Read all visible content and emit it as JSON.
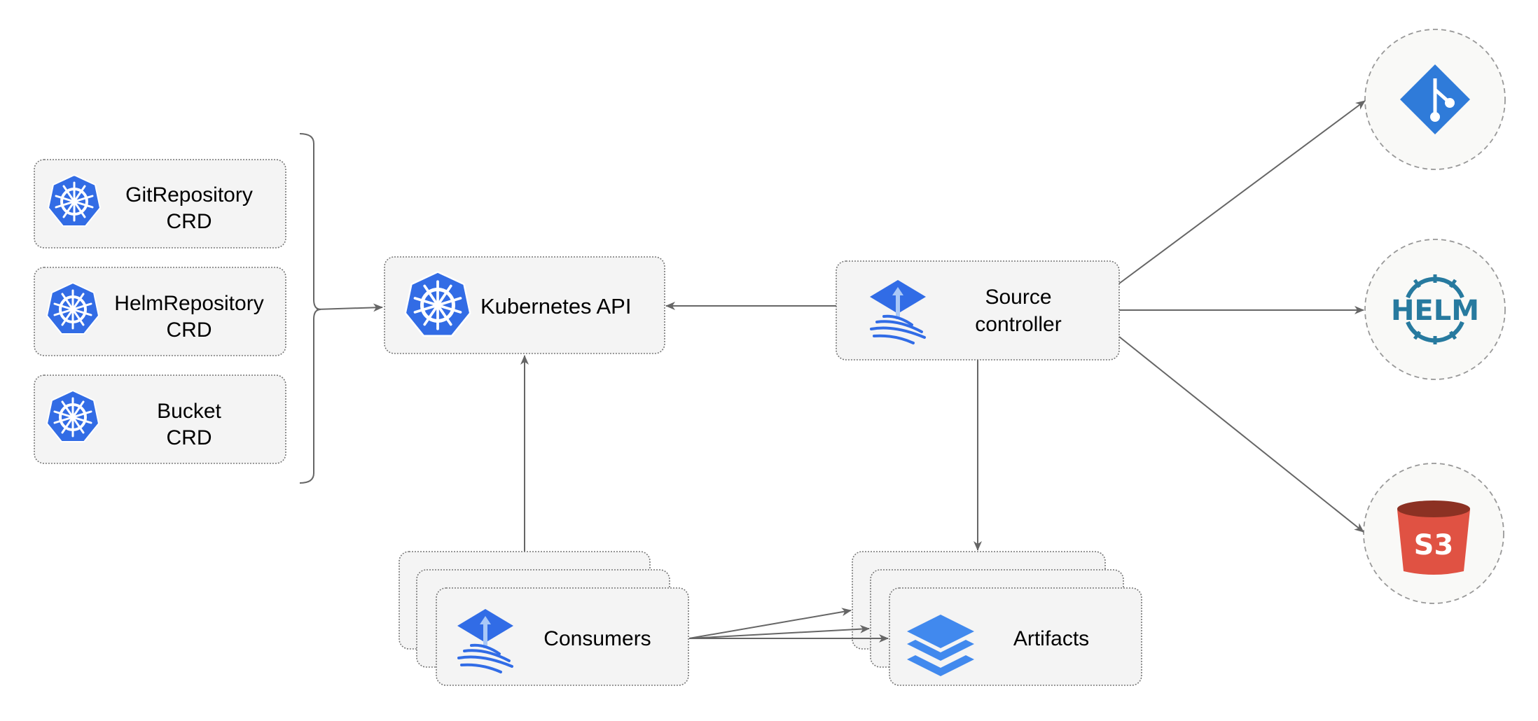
{
  "crds": [
    {
      "line1": "GitRepository",
      "line2": "CRD",
      "icon": "kubernetes-icon"
    },
    {
      "line1": "HelmRepository",
      "line2": "CRD",
      "icon": "kubernetes-icon"
    },
    {
      "line1": "Bucket",
      "line2": "CRD",
      "icon": "kubernetes-icon"
    }
  ],
  "kubernetes_api": {
    "label": "Kubernetes API",
    "icon": "kubernetes-icon"
  },
  "source_controller": {
    "line1": "Source",
    "line2": "controller",
    "icon": "flux-icon"
  },
  "consumers": {
    "label": "Consumers",
    "icon": "flux-icon"
  },
  "artifacts": {
    "label": "Artifacts",
    "icon": "layers-icon"
  },
  "sources": [
    {
      "name": "git",
      "icon": "git-icon"
    },
    {
      "name": "helm",
      "label": "HELM",
      "icon": "helm-icon"
    },
    {
      "name": "s3",
      "label": "S3",
      "icon": "s3-bucket-icon"
    }
  ],
  "colors": {
    "kubernetes": "#326ce5",
    "flux": "#316ce6",
    "git": "#2f7bd9",
    "helm": "#277a9f",
    "s3": "#e05243",
    "s3_top": "#8c3123"
  }
}
